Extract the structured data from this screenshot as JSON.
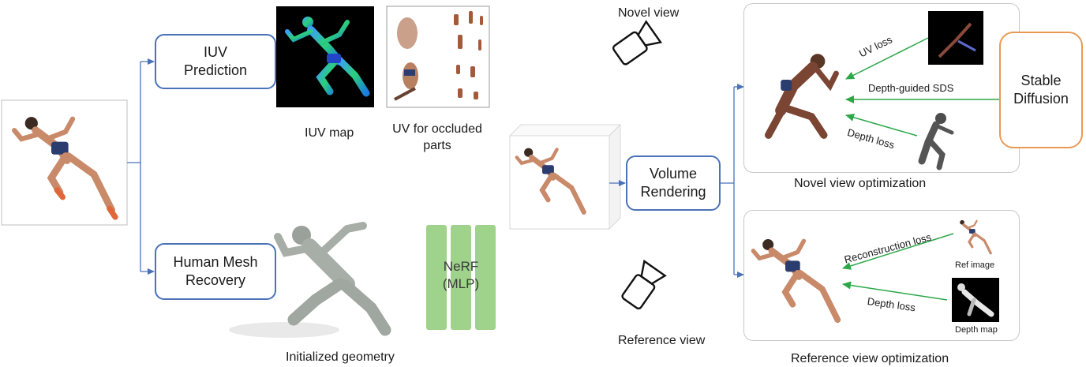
{
  "boxes": {
    "iuv_prediction": "IUV\nPrediction",
    "human_mesh_recovery": "Human Mesh\nRecovery",
    "volume_rendering": "Volume\nRendering",
    "stable_diffusion": "Stable\nDiffusion",
    "nerf": "NeRF\n(MLP)"
  },
  "labels": {
    "iuv_map": "IUV map",
    "uv_occluded": "UV for occluded\nparts",
    "initialized_geometry": "Initialized geometry",
    "novel_view": "Novel view",
    "reference_view": "Reference view",
    "novel_view_optimization": "Novel view optimization",
    "reference_view_optimization": "Reference view optimization"
  },
  "losses": {
    "uv_loss": "UV loss",
    "depth_guided_sds": "Depth-guided SDS",
    "depth_loss_novel": "Depth loss",
    "reconstruction_loss": "Reconstruction loss",
    "depth_loss_ref": "Depth loss"
  },
  "thumbnails": {
    "ref_image": "Ref image",
    "depth_map": "Depth map"
  },
  "colors": {
    "box_border": "#4a72b8",
    "stable_diffusion_border": "#e89a55",
    "loss_arrow": "#2ca84a",
    "nerf_fill": "#9fd28a"
  }
}
